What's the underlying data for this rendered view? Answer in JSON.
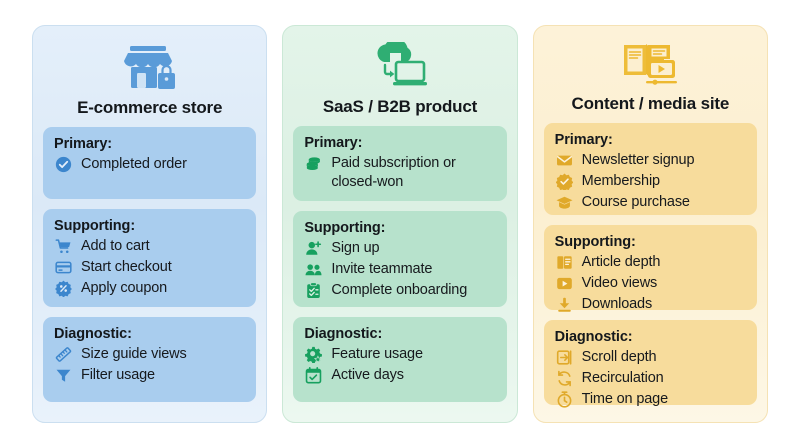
{
  "columns": [
    {
      "id": "ecommerce",
      "title": "E-commerce store",
      "header_icon": "storefront-icon",
      "accent": "#4a90d9",
      "card_bg": "#dbe9f7",
      "block_bg": "#a9cdee",
      "sections": [
        {
          "label": "Primary:",
          "items": [
            {
              "icon": "check-circle-icon",
              "text": "Completed order"
            }
          ]
        },
        {
          "label": "Supporting:",
          "items": [
            {
              "icon": "shopping-cart-icon",
              "text": "Add to cart"
            },
            {
              "icon": "credit-card-icon",
              "text": "Start checkout"
            },
            {
              "icon": "coupon-percent-icon",
              "text": "Apply coupon"
            }
          ]
        },
        {
          "label": "Diagnostic:",
          "items": [
            {
              "icon": "ruler-icon",
              "text": "Size guide views"
            },
            {
              "icon": "funnel-filter-icon",
              "text": "Filter usage"
            }
          ]
        }
      ]
    },
    {
      "id": "saas",
      "title": "SaaS / B2B product",
      "header_icon": "cloud-laptop-icon",
      "accent": "#22a867",
      "card_bg": "#dcf0e3",
      "block_bg": "#b7e2cc",
      "sections": [
        {
          "label": "Primary:",
          "items": [
            {
              "icon": "coins-stack-icon",
              "text": "Paid subscription or closed-won"
            }
          ]
        },
        {
          "label": "Supporting:",
          "items": [
            {
              "icon": "user-plus-icon",
              "text": "Sign up"
            },
            {
              "icon": "users-group-icon",
              "text": "Invite teammate"
            },
            {
              "icon": "clipboard-check-icon",
              "text": "Complete onboarding"
            }
          ]
        },
        {
          "label": "Diagnostic:",
          "items": [
            {
              "icon": "gear-star-icon",
              "text": "Feature usage"
            },
            {
              "icon": "calendar-check-icon",
              "text": "Active days"
            }
          ]
        }
      ]
    },
    {
      "id": "content",
      "title": "Content / media site",
      "header_icon": "book-video-icon",
      "accent": "#e7b43a",
      "card_bg": "#fcefd0",
      "block_bg": "#f7dc9c",
      "sections": [
        {
          "label": "Primary:",
          "items": [
            {
              "icon": "envelope-icon",
              "text": "Newsletter signup"
            },
            {
              "icon": "badge-check-icon",
              "text": "Membership"
            },
            {
              "icon": "graduation-cap-icon",
              "text": "Course purchase"
            }
          ]
        },
        {
          "label": "Supporting:",
          "items": [
            {
              "icon": "article-book-icon",
              "text": "Article depth"
            },
            {
              "icon": "video-play-icon",
              "text": "Video views"
            },
            {
              "icon": "download-arrow-icon",
              "text": "Downloads"
            }
          ]
        },
        {
          "label": "Diagnostic:",
          "items": [
            {
              "icon": "scroll-depth-icon",
              "text": "Scroll depth"
            },
            {
              "icon": "refresh-cycle-icon",
              "text": "Recirculation"
            },
            {
              "icon": "stopwatch-icon",
              "text": "Time on page"
            }
          ]
        }
      ]
    }
  ]
}
